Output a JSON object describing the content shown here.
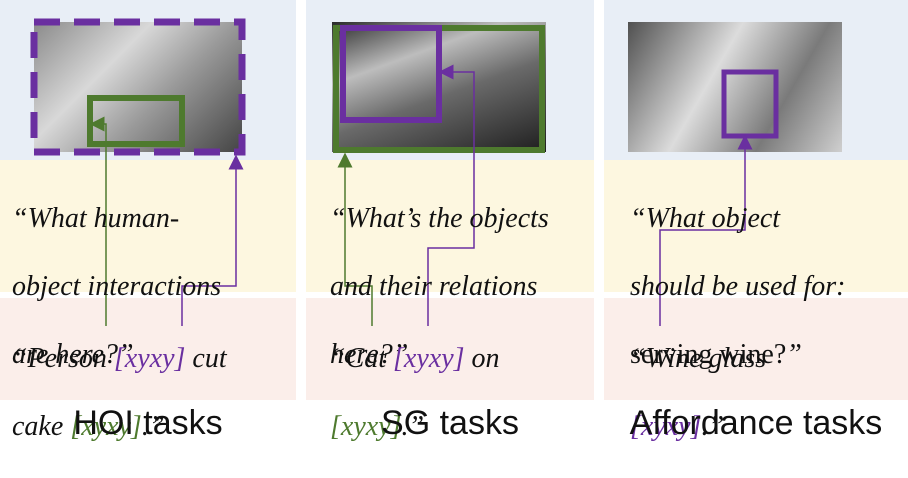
{
  "panels": [
    {
      "question_lines": [
        "“What human-",
        "object interactions",
        "are here?”"
      ],
      "answer": {
        "p1": "“Person ",
        "t1": "[xyxy]",
        "p2": " cut",
        "p3": "cake ",
        "t2": "[xyxy]",
        "p4": ".”"
      },
      "caption": "HOI tasks"
    },
    {
      "question_lines": [
        "“What’s the objects",
        "and their relations",
        "here?”"
      ],
      "answer": {
        "p1": "“Cat ",
        "t1": "[xyxy]",
        "p2": " on",
        "t2": "[xyxy]",
        "p4": ".”"
      },
      "caption": "SG tasks"
    },
    {
      "question_lines": [
        "“What object",
        "should be used for:"
      ],
      "question_plain": "serving wine?",
      "question_end": "”",
      "answer": {
        "p1": "“Wine glass",
        "t1": "[xyxy]",
        "p4": ".”"
      },
      "caption": "Affordance tasks"
    }
  ],
  "colors": {
    "purple": "#6a2fa0",
    "green": "#4e7a2e",
    "image_bg": "#e8eef6",
    "question_bg": "#fdf7e0",
    "answer_bg": "#fbeeea"
  }
}
